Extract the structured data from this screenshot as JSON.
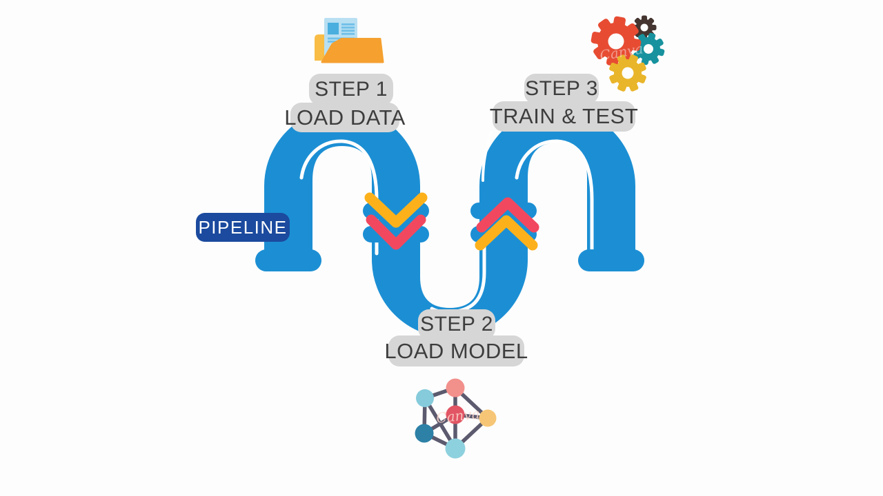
{
  "diagram_title": "PIPELINE",
  "badge": {
    "label": "PIPELINE"
  },
  "steps": [
    {
      "id": "step-1",
      "line1": "STEP 1",
      "line2": "LOAD DATA",
      "icon": "folder-document-icon"
    },
    {
      "id": "step-2",
      "line1": "STEP 2",
      "line2": "LOAD MODEL",
      "icon": "neural-network-icon"
    },
    {
      "id": "step-3",
      "line1": "STEP 3",
      "line2": "TRAIN & TEST",
      "icon": "gears-icon"
    }
  ],
  "flows": [
    {
      "location": "left-pipe",
      "direction": "down",
      "chevrons": [
        "yellow",
        "red"
      ]
    },
    {
      "location": "right-pipe",
      "direction": "up",
      "chevrons": [
        "red",
        "yellow"
      ]
    }
  ],
  "icons": {
    "folder_document": "folder-document-icon",
    "gears": "gears-icon",
    "neural_network": "neural-network-icon"
  },
  "watermark": {
    "text": "Canva"
  },
  "colors": {
    "background": "#fdfdfd",
    "pipe_blue": "#1c8fd4",
    "badge_blue": "#1b4a9e",
    "label_gray": "#d6d6d6",
    "label_text": "#3d3d3d",
    "chevron_yellow": "#fcb11b",
    "chevron_red": "#f2485f",
    "folder_orange": "#f5a02f",
    "folder_back_yellow": "#f9bc45",
    "document_blue": "#b8dff2",
    "document_ink": "#4aaede",
    "gear_red": "#e74c33",
    "gear_dark": "#453530",
    "gear_teal": "#17929e",
    "gear_yellow": "#e9b52a",
    "node_salmon": "#f2908c",
    "node_lightblue": "#85cbdb",
    "node_red": "#e25564",
    "node_yellow": "#f6c676",
    "node_darkblue": "#2d80a6",
    "node_teal": "#8ed1de",
    "edge_gray": "#5c5a6e"
  }
}
